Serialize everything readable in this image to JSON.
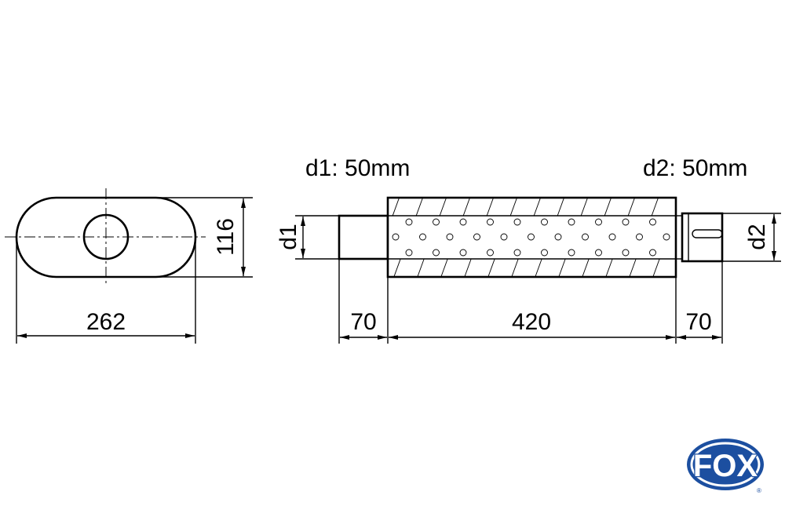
{
  "end_view": {
    "width_label": "262",
    "height_label": "116"
  },
  "side_view": {
    "d1_label": "d1: 50mm",
    "d2_label": "d2: 50mm",
    "d1_dim": "d1",
    "d2_dim": "d2",
    "inlet_length": "70",
    "body_length": "420",
    "outlet_length": "70"
  },
  "logo": {
    "text": "FOX",
    "registered": "®",
    "color": "#1c4fa0"
  }
}
